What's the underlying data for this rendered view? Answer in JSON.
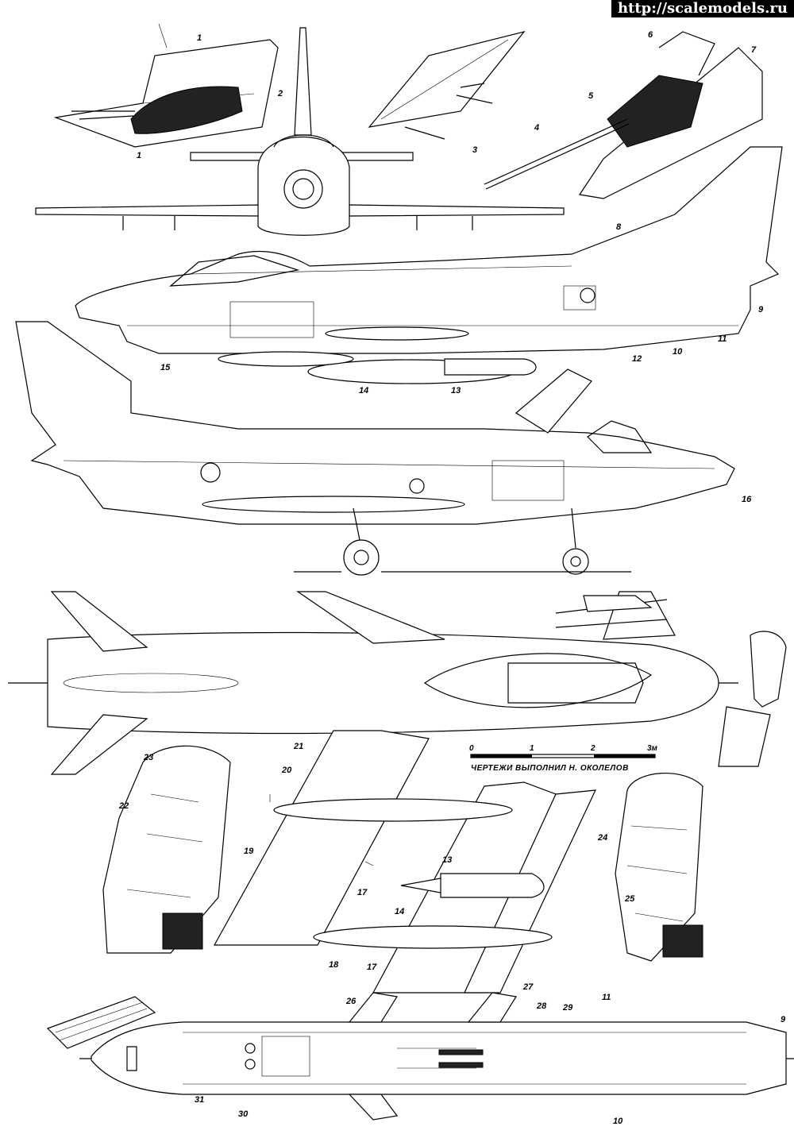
{
  "watermark": "http://scalemodels.ru",
  "credit": "ЧЕРТЕЖИ   ВЫПОЛНИЛ  Н. ОКОЛЕЛОВ",
  "scale_bar": {
    "labels": [
      "0",
      "1",
      "2",
      "3м"
    ]
  },
  "callouts": {
    "c1a": "1",
    "c1b": "1",
    "c2": "2",
    "c3": "3",
    "c4": "4",
    "c5": "5",
    "c6": "6",
    "c7": "7",
    "c8": "8",
    "c9a": "9",
    "c9b": "9",
    "c10a": "10",
    "c10b": "10",
    "c11a": "11",
    "c11b": "11",
    "c12": "12",
    "c13a": "13",
    "c13b": "13",
    "c14a": "14",
    "c14b": "14",
    "c15": "15",
    "c16": "16",
    "c17a": "17",
    "c17b": "17",
    "c18": "18",
    "c19": "19",
    "c20": "20",
    "c21": "21",
    "c22": "22",
    "c23": "23",
    "c24": "24",
    "c25": "25",
    "c26": "26",
    "c27": "27",
    "c28": "28",
    "c29": "29",
    "c30": "30",
    "c31": "31"
  },
  "icons": {
    "front_view": "aircraft-front-view",
    "side_upper": "aircraft-side-view-right",
    "side_lower": "aircraft-side-view-left",
    "top_view": "aircraft-top-view",
    "bottom_view": "aircraft-bottom-view",
    "gun_detail": "cannon-detail",
    "seat_left": "ejection-seat",
    "seat_right": "ejection-seat",
    "control_stick": "control-stick",
    "rocket_pod": "rocket-launcher"
  }
}
